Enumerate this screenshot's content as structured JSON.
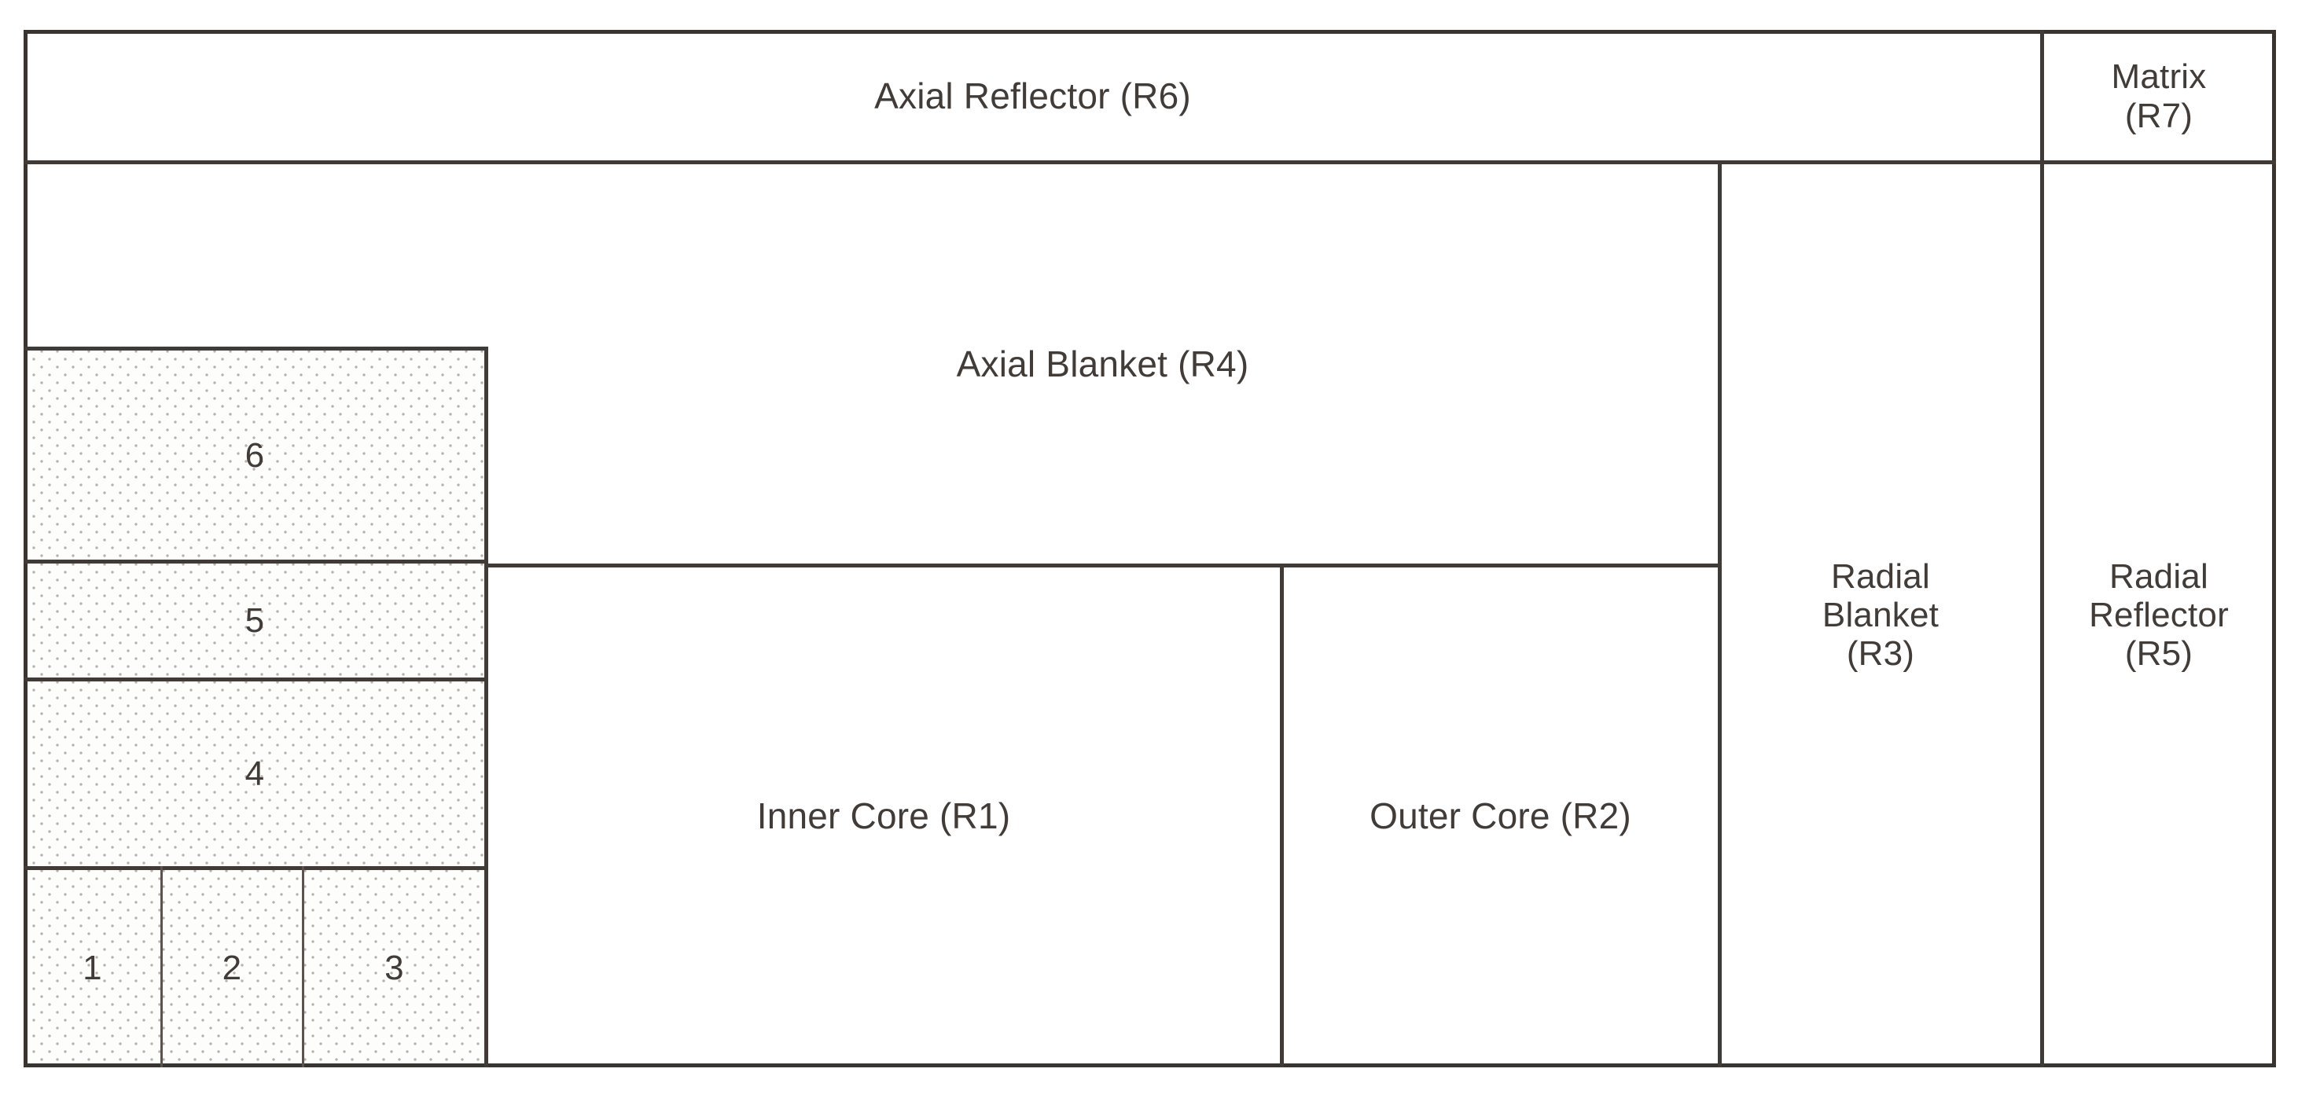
{
  "diagram": {
    "title_note": "reactor core radial-axial region layout",
    "background_color": "#ffffff",
    "line_color": "#3a3431",
    "text_color": "#423c39",
    "hatch_color": "#b6b2ae"
  },
  "regions": {
    "axial_reflector": {
      "label": "Axial Reflector (R6)",
      "code": "R6"
    },
    "matrix": {
      "label": "Matrix\n(R7)",
      "code": "R7"
    },
    "axial_blanket": {
      "label": "Axial Blanket (R4)",
      "code": "R4"
    },
    "inner_core": {
      "label": "Inner Core (R1)",
      "code": "R1"
    },
    "outer_core": {
      "label": "Outer Core (R2)",
      "code": "R2"
    },
    "radial_blanket": {
      "label": "Radial\nBlanket\n(R3)",
      "code": "R3"
    },
    "radial_reflector": {
      "label": "Radial\nReflector\n(R5)",
      "code": "R5"
    }
  },
  "control_cells": {
    "description": "hatched numbered sub-zones along the left axis",
    "items": [
      {
        "number": "1"
      },
      {
        "number": "2"
      },
      {
        "number": "3"
      },
      {
        "number": "4"
      },
      {
        "number": "5"
      },
      {
        "number": "6"
      }
    ]
  }
}
